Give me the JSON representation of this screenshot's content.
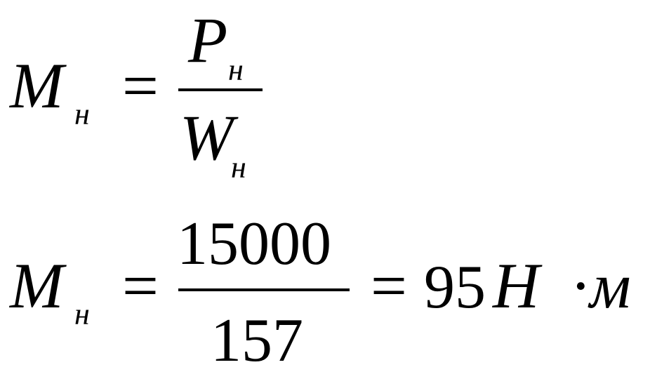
{
  "formula_general": {
    "lhs_symbol": "M",
    "lhs_subscript": "н",
    "equals": "=",
    "numerator_symbol": "P",
    "numerator_subscript": "н",
    "denominator_symbol": "W",
    "denominator_subscript": "н"
  },
  "formula_numeric": {
    "lhs_symbol": "M",
    "lhs_subscript": "н",
    "equals": "=",
    "numerator": "15000",
    "denominator": "157",
    "equals_2": "=",
    "result_value": "95",
    "result_unit_1": "H",
    "dot": "·",
    "result_unit_2": "м"
  }
}
